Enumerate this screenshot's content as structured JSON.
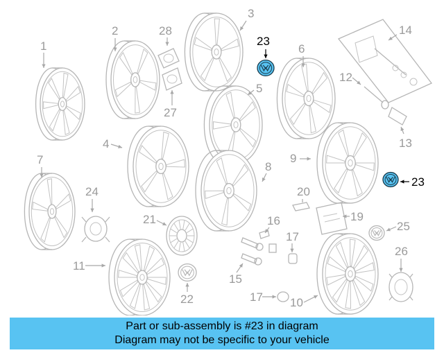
{
  "diagram": {
    "callouts": [
      "1",
      "2",
      "3",
      "4",
      "5",
      "6",
      "7",
      "8",
      "9",
      "10",
      "11",
      "12",
      "13",
      "14",
      "15",
      "16",
      "17",
      "19",
      "20",
      "21",
      "22",
      "23",
      "23",
      "24",
      "25",
      "26",
      "27",
      "28"
    ],
    "highlight_part": "23",
    "colors": {
      "highlight_fill": "#58c3f2",
      "highlight_stroke": "#1a3a4a",
      "line_gray": "#b5b5b5",
      "banner": "#58c3f2"
    }
  },
  "footer": {
    "line1": "Part or sub-assembly is #23 in diagram",
    "line2": "Diagram may not be specific to your vehicle"
  }
}
